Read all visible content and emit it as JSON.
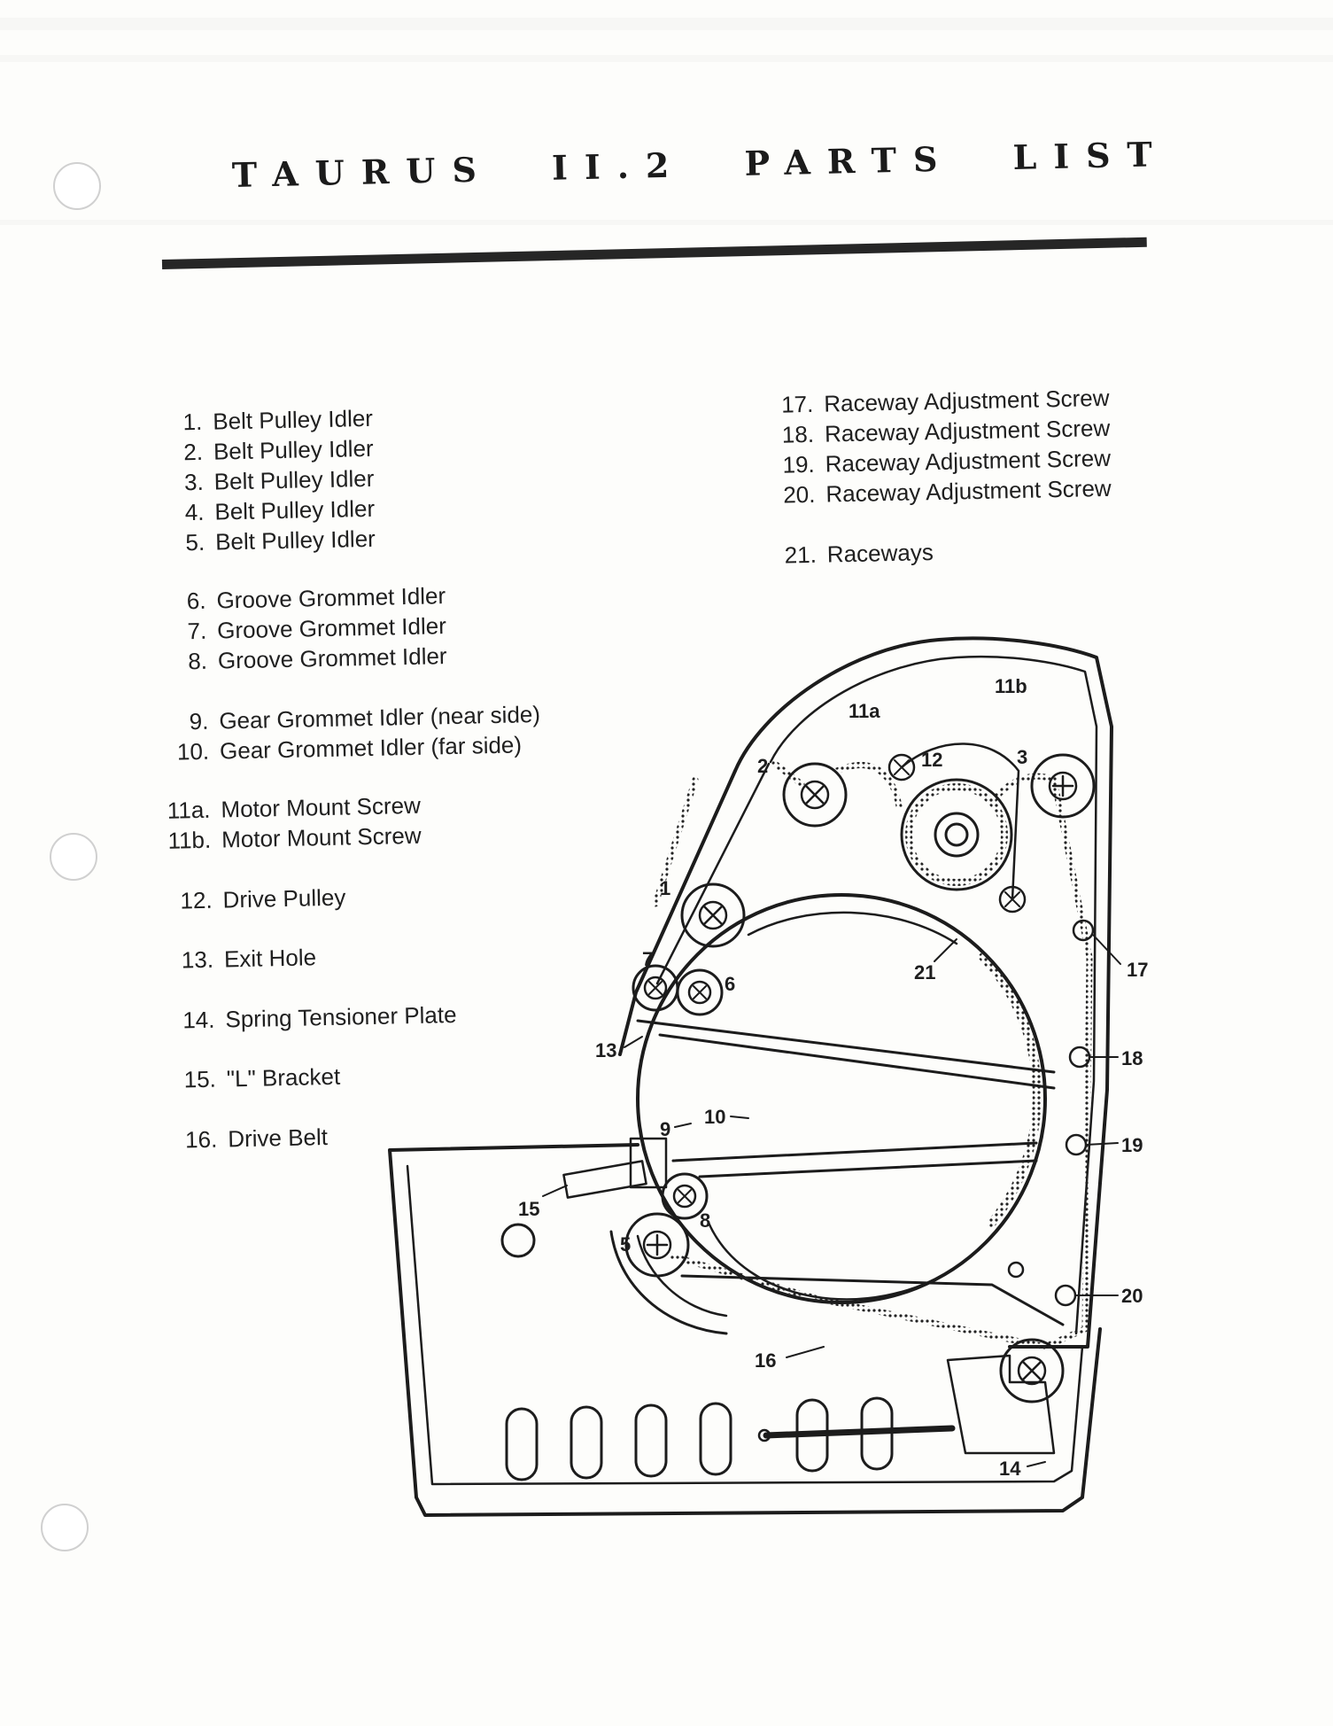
{
  "title": "TAURUS II.2 PARTS LIST",
  "parts_left": [
    {
      "num": "1.",
      "label": "Belt Pulley Idler"
    },
    {
      "num": "2.",
      "label": "Belt Pulley Idler"
    },
    {
      "num": "3.",
      "label": "Belt Pulley Idler"
    },
    {
      "num": "4.",
      "label": "Belt Pulley Idler"
    },
    {
      "num": "5.",
      "label": "Belt Pulley Idler"
    },
    {
      "num": "6.",
      "label": "Groove Grommet Idler"
    },
    {
      "num": "7.",
      "label": "Groove Grommet Idler"
    },
    {
      "num": "8.",
      "label": "Groove Grommet Idler"
    },
    {
      "num": "9.",
      "label": "Gear Grommet Idler (near side)"
    },
    {
      "num": "10.",
      "label": "Gear Grommet Idler (far side)"
    },
    {
      "num": "11a.",
      "label": "Motor Mount Screw"
    },
    {
      "num": "11b.",
      "label": "Motor Mount Screw"
    },
    {
      "num": "12.",
      "label": "Drive Pulley"
    },
    {
      "num": "13.",
      "label": "Exit Hole"
    },
    {
      "num": "14.",
      "label": "Spring Tensioner Plate"
    },
    {
      "num": "15.",
      "label": "\"L\" Bracket"
    },
    {
      "num": "16.",
      "label": "Drive Belt"
    }
  ],
  "parts_right": [
    {
      "num": "17.",
      "label": "Raceway Adjustment Screw"
    },
    {
      "num": "18.",
      "label": "Raceway Adjustment Screw"
    },
    {
      "num": "19.",
      "label": "Raceway Adjustment Screw"
    },
    {
      "num": "20.",
      "label": "Raceway Adjustment Screw"
    },
    {
      "num": "21.",
      "label": "Raceways"
    }
  ],
  "diagram_labels": {
    "l1": "1",
    "l2": "2",
    "l3": "3",
    "l5": "5",
    "l6": "6",
    "l7": "7",
    "l8": "8",
    "l9": "9",
    "l10": "10",
    "l11a": "11a",
    "l11b": "11b",
    "l12": "12",
    "l13": "13",
    "l14": "14",
    "l15": "15",
    "l16": "16",
    "l17": "17",
    "l18": "18",
    "l19": "19",
    "l20": "20",
    "l21": "21"
  }
}
